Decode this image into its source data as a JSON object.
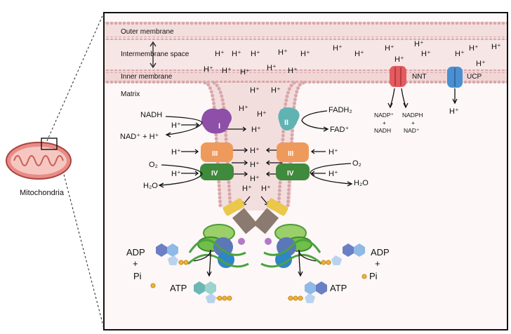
{
  "labels": {
    "outer_membrane": "Outer membrane",
    "intermembrane_space": "Intermembrane space",
    "inner_membrane": "Inner membrane",
    "matrix": "Matrix",
    "mitochondria": "Mitochondria"
  },
  "complexes": {
    "c1": "I",
    "c2": "II",
    "c3": "III",
    "c4": "IV",
    "nnt": "NNT",
    "ucp": "UCP"
  },
  "molecules": {
    "nadh": "NADH",
    "nad_h": "NAD⁺ + H⁺",
    "fadh2": "FADH₂",
    "fad": "FAD⁺",
    "o2": "O₂",
    "h2o": "H₂O",
    "proton": "H⁺",
    "adp": "ADP",
    "plus": "+",
    "pi": "Pi",
    "atp": "ATP",
    "nadp": "NADP⁺",
    "nadph": "NADPH",
    "nad_plus": "NAD⁺"
  },
  "colors": {
    "membrane": "#f3dede",
    "bead": "#d9a7ab",
    "complex_i": "#8e4fa8",
    "complex_ii": "#5fb3b3",
    "complex_iii": "#ee9a5c",
    "complex_iv": "#3f8a3c",
    "nnt": "#e35b5f",
    "ucp": "#4a8fd0",
    "atp_synthase": "#6cbf4a"
  }
}
